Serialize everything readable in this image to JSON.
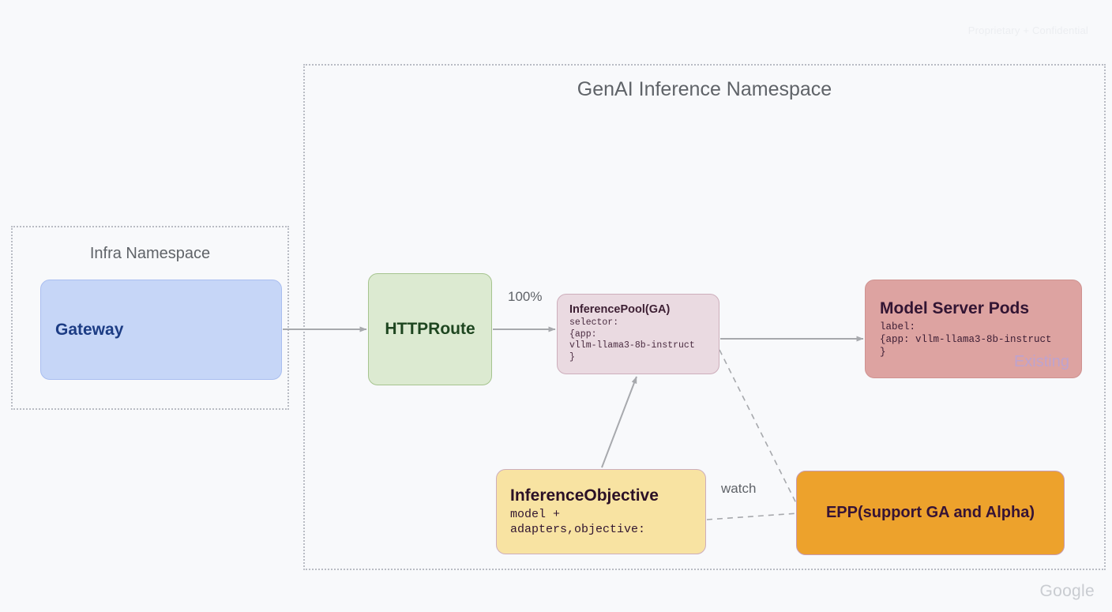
{
  "watermarks": {
    "top_right": "Proprietary + Confidential",
    "bottom_right": "Google"
  },
  "namespaces": [
    {
      "id": "genai",
      "title": "GenAI Inference Namespace"
    },
    {
      "id": "infra",
      "title": "Infra Namespace"
    }
  ],
  "nodes": {
    "gateway": {
      "title": "Gateway",
      "fill": "#c6d6f7",
      "stroke": "#a9bef0",
      "text_color": "#1c3c84"
    },
    "httproute": {
      "title": "HTTPRoute",
      "fill": "#dcead1",
      "stroke": "#a6c48f",
      "text_color": "#1e4620"
    },
    "inference_pool": {
      "title": "InferencePool(GA)",
      "body": "selector:\n{app:\nvllm-llama3-8b-instruct\n}",
      "fill": "#eadae1",
      "stroke": "#cdaebb",
      "text_color": "#3d1f33"
    },
    "model_server_pods": {
      "title": "Model Server Pods",
      "body": "label:\n{app: vllm-llama3-8b-instruct\n}",
      "tag": "Existing",
      "fill": "#dda3a1",
      "stroke": "#cf9290",
      "text_color": "#321533",
      "tag_color": "#bda3cf"
    },
    "inference_objective": {
      "title": "InferenceObjective",
      "body": "model +\nadapters,objective:",
      "fill": "#f8e3a2",
      "stroke": "#cdaebb",
      "text_color": "#2b1026"
    },
    "epp": {
      "title": "EPP(support GA and Alpha)",
      "fill": "#eda22c",
      "stroke": "#c79bb2",
      "text_color": "#361335"
    }
  },
  "edges": {
    "gateway_to_httproute": {
      "label": "",
      "style": "solid",
      "arrow": true
    },
    "httproute_to_pool": {
      "label": "100%",
      "style": "solid",
      "arrow": true
    },
    "pool_to_pods": {
      "label": "",
      "style": "solid",
      "arrow": true
    },
    "objective_to_pool": {
      "label": "",
      "style": "solid",
      "arrow": true
    },
    "pool_to_epp": {
      "label": "",
      "style": "dashed",
      "arrow": false
    },
    "objective_to_epp": {
      "label": "watch",
      "style": "dashed",
      "arrow": false
    }
  },
  "colors": {
    "background": "#f8f9fb",
    "namespace_border": "#b9bcc4",
    "connector": "#a7a9ad",
    "label_text": "#5f6368"
  }
}
